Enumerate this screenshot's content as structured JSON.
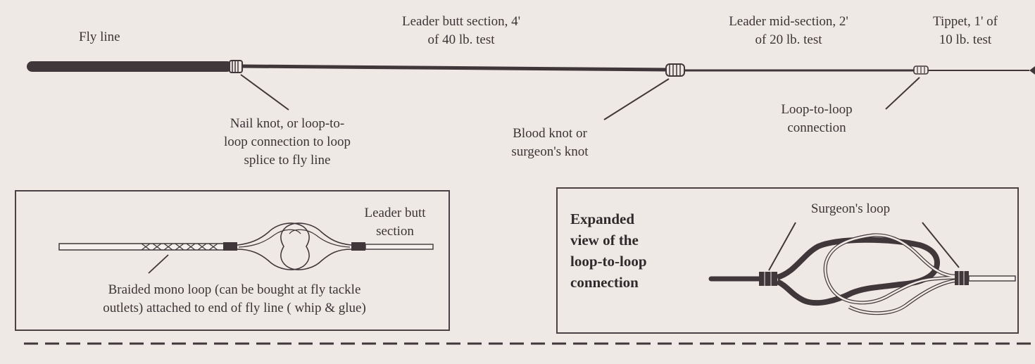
{
  "labels": {
    "fly_line": "Fly line",
    "leader_butt": [
      "Leader butt section, 4'",
      "of 40 lb. test"
    ],
    "leader_mid": [
      "Leader mid-section, 2'",
      "of 20 lb. test"
    ],
    "tippet": [
      "Tippet, 1' of",
      "10 lb. test"
    ],
    "nail_knot": [
      "Nail knot, or loop-to-",
      "loop connection to loop",
      "splice to fly line"
    ],
    "blood_knot": [
      "Blood knot or",
      "surgeon's knot"
    ],
    "loop_to_loop": [
      "Loop-to-loop",
      "connection"
    ]
  },
  "left_inset": {
    "leader_butt": [
      "Leader butt",
      "section"
    ],
    "braided": [
      "Braided mono loop (can be bought at fly tackle",
      "outlets) attached to end of fly line ( whip & glue)"
    ]
  },
  "right_inset": {
    "title": [
      "Expanded",
      "view of the",
      "loop-to-loop",
      "connection"
    ],
    "surgeons_loop": "Surgeon's loop"
  },
  "colors": {
    "background": "#efe9e6",
    "line": "#3f3739",
    "text": "#3b3436"
  }
}
